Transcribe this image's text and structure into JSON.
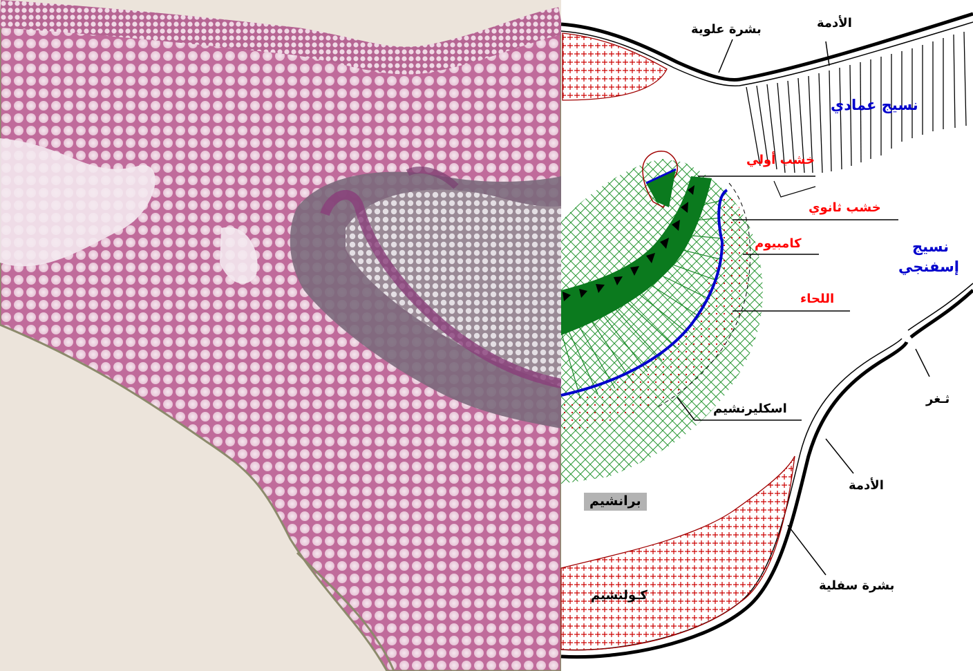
{
  "labels": {
    "upper_epidermis": "بشرة علوية",
    "cuticle_top": "الأدمة",
    "palisade": "نسيج عمادي",
    "primary_xylem": "خشب أولي",
    "secondary_xylem": "خشب ثانوي",
    "cambium": "كامبيوم",
    "spongy_line1": "نسيج",
    "spongy_line2": "إسفنجي",
    "phloem": "اللحاء",
    "stoma": "ثـغر",
    "sclerenchyma": "اسكليرنشيم",
    "cuticle_bottom": "الأدمة",
    "parenchyma": "برانشيم",
    "lower_epidermis": "بشرة سفلية",
    "collenchyma": "كـولنشيم"
  },
  "colors": {
    "photo_tissue": "#c97aa6",
    "photo_background": "#ece4db",
    "xylem_fill": "#0b7a1e",
    "sclerenchyma_hatch": "#2f9a3a",
    "cambium_line": "#0000cc",
    "collenchyma_cross": "#cc0000",
    "red_label": "#ff0000",
    "blue_label": "#0000cc"
  }
}
